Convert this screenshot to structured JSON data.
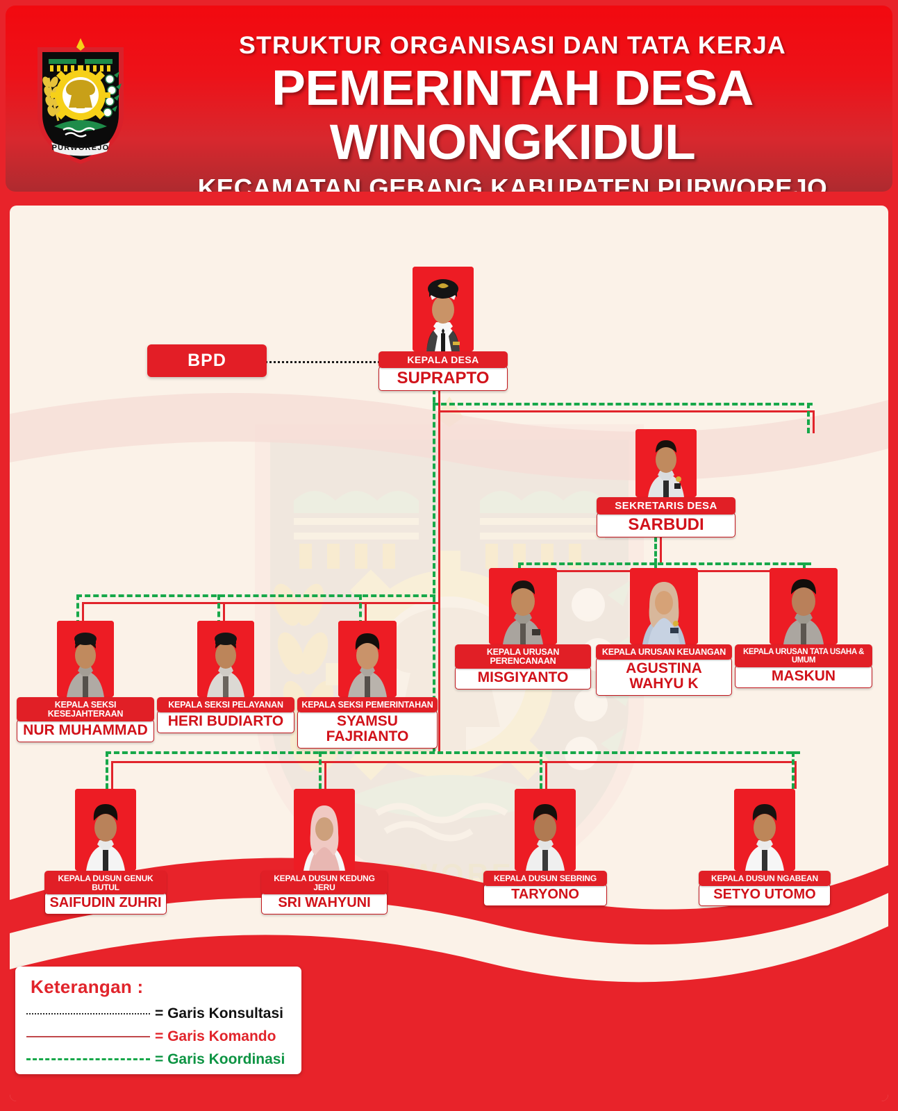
{
  "header": {
    "line1": "STRUKTUR ORGANISASI DAN TATA KERJA",
    "line2": "PEMERINTAH DESA WINONGKIDUL",
    "line3": "KECAMATAN GEBANG KABUPATEN PURWOREJO",
    "logo_alt": "purworejo-regency-emblem"
  },
  "bpd": {
    "label": "BPD"
  },
  "nodes": {
    "kepala_desa": {
      "title": "KEPALA DESA",
      "name": "SUPRAPTO"
    },
    "sekretaris": {
      "title": "SEKRETARIS DESA",
      "name": "SARBUDI"
    },
    "kaur": [
      {
        "title": "KEPALA URUSAN PERENCANAAN",
        "name": "MISGIYANTO"
      },
      {
        "title": "KEPALA URUSAN KEUANGAN",
        "name": "AGUSTINA WAHYU K"
      },
      {
        "title": "KEPALA URUSAN TATA USAHA & UMUM",
        "name": "MASKUN"
      }
    ],
    "kasi": [
      {
        "title": "KEPALA SEKSI KESEJAHTERAAN",
        "name": "NUR MUHAMMAD"
      },
      {
        "title": "KEPALA SEKSI PELAYANAN",
        "name": "HERI BUDIARTO"
      },
      {
        "title": "KEPALA SEKSI PEMERINTAHAN",
        "name": "SYAMSU FAJRIANTO"
      }
    ],
    "kadus": [
      {
        "title": "KEPALA DUSUN GENUK BUTUL",
        "name": "SAIFUDIN ZUHRI"
      },
      {
        "title": "KEPALA DUSUN KEDUNG JERU",
        "name": "SRI WAHYUNI"
      },
      {
        "title": "KEPALA DUSUN SEBRING",
        "name": "TARYONO"
      },
      {
        "title": "KEPALA DUSUN NGABEAN",
        "name": "SETYO UTOMO"
      }
    ]
  },
  "legend": {
    "title": "Keterangan :",
    "items": [
      {
        "label": "= Garis Konsultasi"
      },
      {
        "label": "= Garis Komando"
      },
      {
        "label": "= Garis Koordinasi"
      }
    ]
  },
  "colors": {
    "brand_red": "#E8232A",
    "box_red": "#E11F26",
    "name_red": "#D1121A",
    "coord_green": "#17A84A",
    "canvas_cream": "#FBF2E8"
  }
}
